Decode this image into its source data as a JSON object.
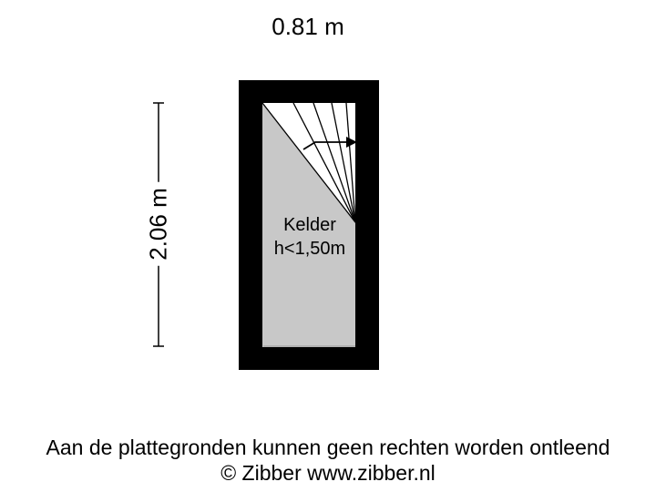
{
  "dimensions": {
    "width": "0.81 m",
    "length": "2.06 m"
  },
  "room": {
    "name": "Kelder",
    "height_note": "h<1,50m"
  },
  "colors": {
    "wall": "#000000",
    "floor": "#c8c8c8",
    "background": "#ffffff"
  },
  "footer": {
    "disclaimer": "Aan de plattegronden kunnen geen rechten worden ontleend",
    "copyright": "© Zibber www.zibber.nl"
  }
}
